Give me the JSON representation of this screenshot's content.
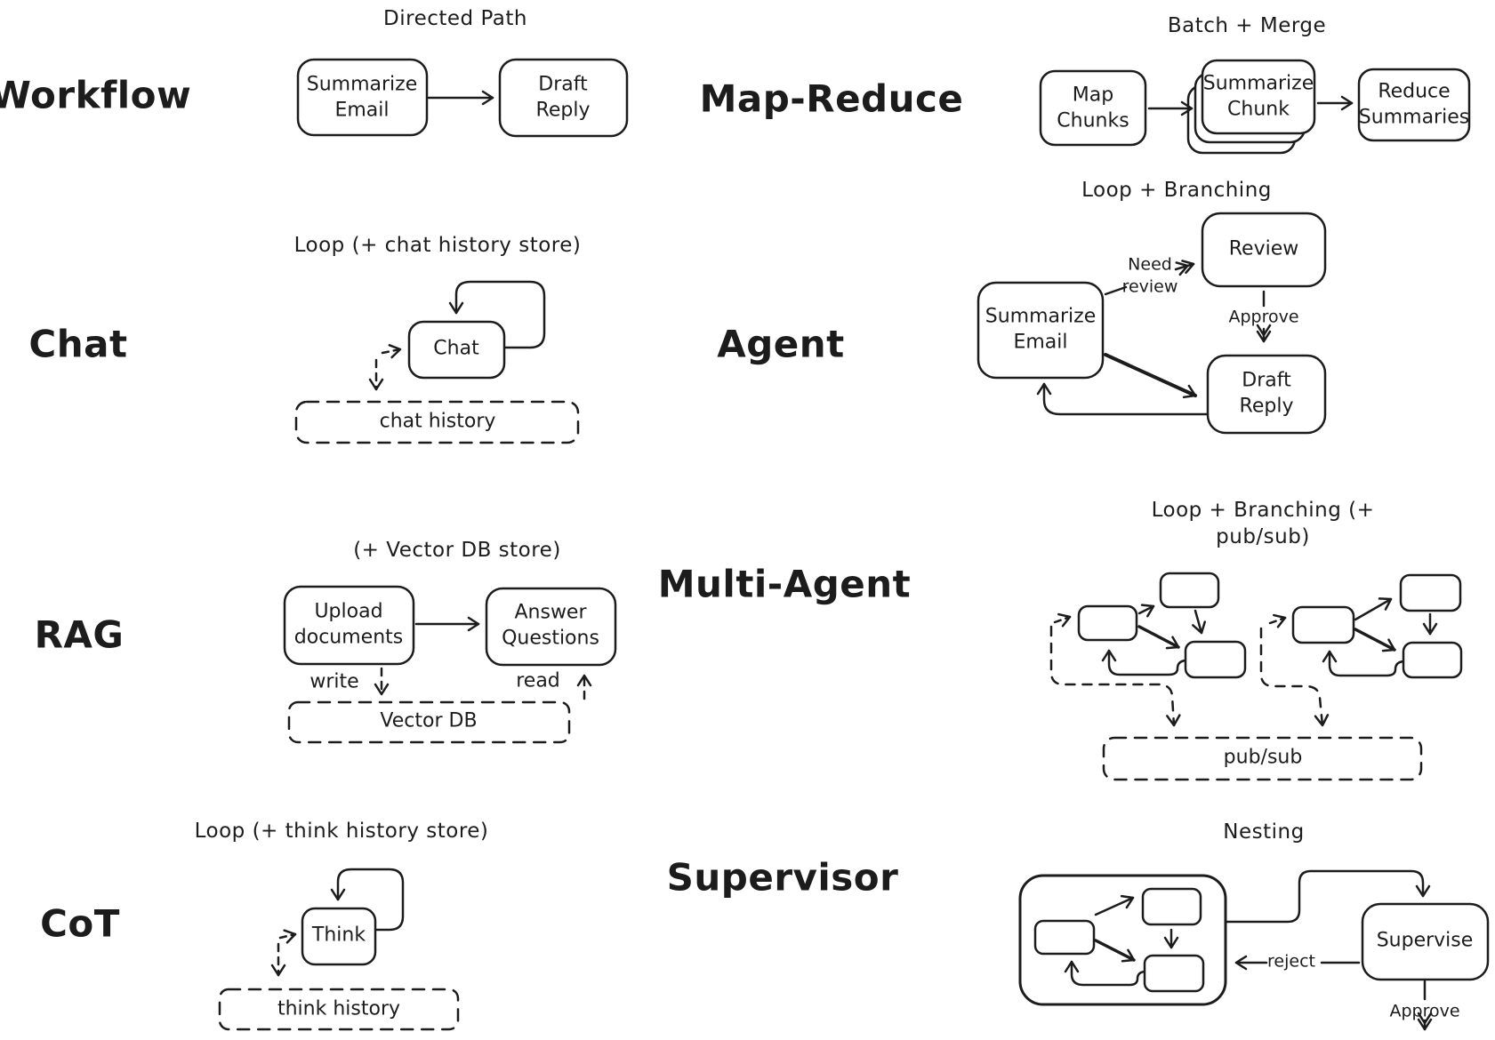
{
  "canvas": {
    "ink": "#1c1c1c",
    "background": "#ffffff"
  },
  "workflow": {
    "label": "Workflow",
    "title": "Directed Path",
    "node_summarize_email": "Summarize\nEmail",
    "node_draft_reply": "Draft\nReply"
  },
  "map_reduce": {
    "label": "Map-Reduce",
    "title": "Batch + Merge",
    "node_map_chunks": "Map\nChunks",
    "node_summarize_chunk": "Summarize\nChunk",
    "node_reduce_summaries": "Reduce\nSummaries"
  },
  "chat": {
    "label": "Chat",
    "title": "Loop (+ chat history store)",
    "node_chat": "Chat",
    "store_chat_history": "chat history"
  },
  "agent": {
    "label": "Agent",
    "title": "Loop + Branching",
    "node_review": "Review",
    "node_summarize_email": "Summarize\nEmail",
    "node_draft_reply": "Draft\nReply",
    "edge_need_review": "Need\nreview",
    "edge_approve": "Approve"
  },
  "rag": {
    "label": "RAG",
    "title": "(+ Vector DB store)",
    "node_upload_documents": "Upload\ndocuments",
    "node_answer_questions": "Answer\nQuestions",
    "edge_write": "write",
    "edge_read": "read",
    "store_vector_db": "Vector DB"
  },
  "multi_agent": {
    "label": "Multi-Agent",
    "title": "Loop + Branching (+ pub/sub)",
    "store_pub_sub": "pub/sub"
  },
  "cot": {
    "label": "CoT",
    "title": "Loop (+ think history store)",
    "node_think": "Think",
    "store_think_history": "think history"
  },
  "supervisor": {
    "label": "Supervisor",
    "title": "Nesting",
    "node_supervise": "Supervise",
    "edge_reject": "reject",
    "edge_approve": "Approve"
  }
}
